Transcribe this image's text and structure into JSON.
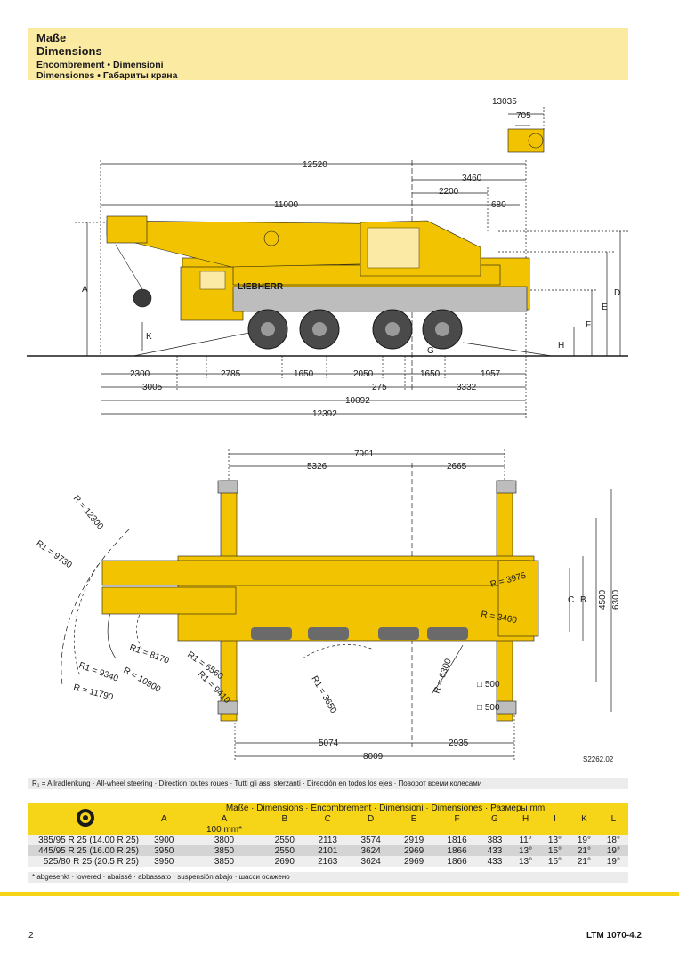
{
  "header": {
    "line1": "Maße",
    "line2": "Dimensions",
    "line3": "Encombrement • Dimensioni",
    "line4": "Dimensiones • Габариты крана"
  },
  "side_dims": {
    "d13035": "13035",
    "d705": "705",
    "d12520": "12520",
    "d3460": "3460",
    "d2200": "2200",
    "d11000": "11000",
    "d680": "680",
    "d2300": "2300",
    "d2785": "2785",
    "d1650a": "1650",
    "d2050": "2050",
    "d1650b": "1650",
    "d1957": "1957",
    "d3005": "3005",
    "d275": "275",
    "d3332": "3332",
    "d10092": "10092",
    "d12392": "12392",
    "A": "A",
    "K": "K",
    "G": "G",
    "H": "H",
    "F": "F",
    "E": "E",
    "D": "D",
    "brand": "LIEBHERR"
  },
  "top_dims": {
    "d7991": "7991",
    "d5326": "5326",
    "d2665": "2665",
    "d5074": "5074",
    "d2935": "2935",
    "d8009": "8009",
    "d4500": "4500",
    "d6300": "6300",
    "C": "C",
    "B": "B",
    "r12300": "R = 12300",
    "r1_9730": "R1 = 9730",
    "r1_8170": "R1 = 8170",
    "r1_6560": "R1 = 6560",
    "r1_9340": "R1 = 9340",
    "r10900": "R = 10900",
    "r1_9410": "R1 = 9410",
    "r11790": "R = 11790",
    "r1_3650": "R1 = 3650",
    "r6300": "R = 6300",
    "r3975": "R = 3975",
    "r3460": "R = 3460",
    "sq500": "□ 500",
    "sq500b": "□ 500"
  },
  "figure_id": "S2262.02",
  "legend": "R₁ = Allradlenkung · All-wheel steering · Direction toutes roues · Tutti gli assi sterzanti · Dirección en todos los ejes · Поворот всеми колесами",
  "table": {
    "title": "Maße · Dimensions · Encombrement · Dimensioni · Dimensiones · Размеры mm",
    "columns": [
      "A",
      "A",
      "B",
      "C",
      "D",
      "E",
      "F",
      "G",
      "H",
      "I",
      "K",
      "L"
    ],
    "subnote": "100 mm*",
    "rows": [
      {
        "tyre": "385/95 R 25 (14.00 R 25)",
        "values": [
          "3900",
          "3800",
          "2550",
          "2113",
          "3574",
          "2919",
          "1816",
          "383",
          "11°",
          "13°",
          "19°",
          "18°"
        ]
      },
      {
        "tyre": "445/95 R 25 (16.00 R 25)",
        "values": [
          "3950",
          "3850",
          "2550",
          "2101",
          "3624",
          "2969",
          "1866",
          "433",
          "13°",
          "15°",
          "21°",
          "19°"
        ]
      },
      {
        "tyre": "525/80 R 25 (20.5   R 25)",
        "values": [
          "3950",
          "3850",
          "2690",
          "2163",
          "3624",
          "2969",
          "1866",
          "433",
          "13°",
          "15°",
          "21°",
          "19°"
        ]
      }
    ],
    "footnote": "* abgesenkt · lowered · abaissé · abbassato · suspensión abajo · шасси осажено"
  },
  "footer": {
    "page": "2",
    "model": "LTM 1070-4.2"
  },
  "colors": {
    "accent": "#f6d417",
    "crane": "#f2c300",
    "header_bg": "#fbeaa2"
  }
}
